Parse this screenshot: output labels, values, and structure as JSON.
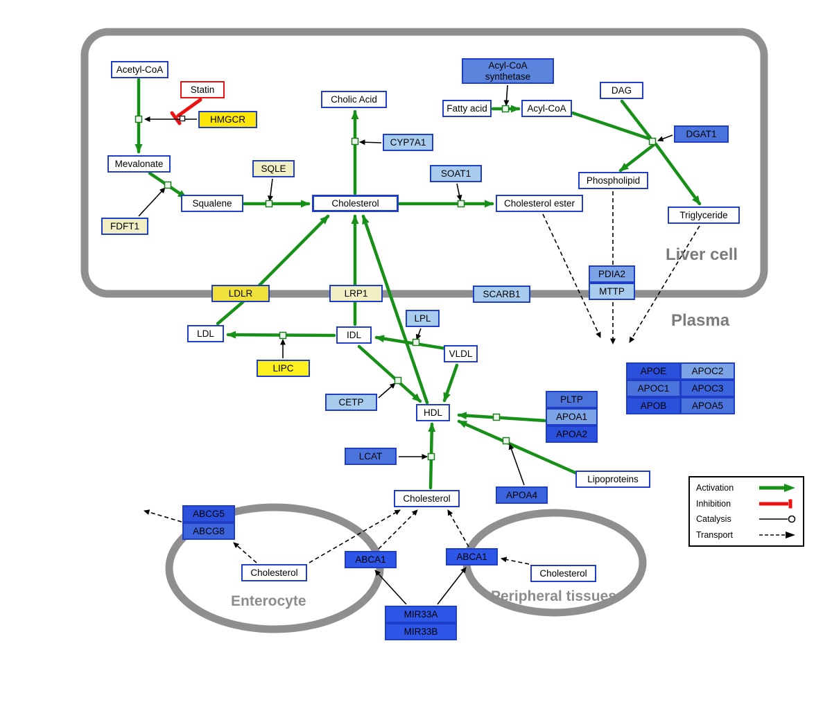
{
  "compartments": {
    "liver": "Liver cell",
    "plasma": "Plasma",
    "enterocyte": "Enterocyte",
    "peripheral": "Peripheral tissues"
  },
  "nodes": {
    "acetyl_coa": "Acetyl-CoA",
    "statin": "Statin",
    "hmgcr": "HMGCR",
    "mevalonate": "Mevalonate",
    "fdft1": "FDFT1",
    "squalene": "Squalene",
    "sqle": "SQLE",
    "cholesterol_liver": "Cholesterol",
    "cyp7a1": "CYP7A1",
    "cholic_acid": "Cholic Acid",
    "soat1": "SOAT1",
    "cholesterol_ester": "Cholesterol ester",
    "acyl_coa_synthetase": "Acyl-CoA synthetase",
    "fatty_acid": "Fatty acid",
    "acyl_coa2": "Acyl-CoA",
    "dag": "DAG",
    "dgat1": "DGAT1",
    "phospholipid": "Phospholipid",
    "triglyceride": "Triglyceride",
    "pdia2": "PDIA2",
    "mttp": "MTTP",
    "scarb1": "SCARB1",
    "ldlr": "LDLR",
    "lrp1": "LRP1",
    "ldl": "LDL",
    "idl": "IDL",
    "lpl": "LPL",
    "vldl": "VLDL",
    "lipc": "LIPC",
    "cetp": "CETP",
    "hdl": "HDL",
    "lcat": "LCAT",
    "pltp": "PLTP",
    "apoa1": "APOA1",
    "apoa2": "APOA2",
    "apoe": "APOE",
    "apoc2": "APOC2",
    "apoc1": "APOC1",
    "apoc3": "APOC3",
    "apob": "APOB",
    "apoa5": "APOA5",
    "apoa4": "APOA4",
    "lipoproteins": "Lipoproteins",
    "cholesterol_plasma": "Cholesterol",
    "abcg5": "ABCG5",
    "abcg8": "ABCG8",
    "cholesterol_enterocyte": "Cholesterol",
    "abca1_enterocyte": "ABCA1",
    "abca1_peripheral": "ABCA1",
    "cholesterol_peripheral": "Cholesterol",
    "mir33a": "MIR33A",
    "mir33b": "MIR33B"
  },
  "legend": {
    "activation": "Activation",
    "inhibition": "Inhibition",
    "catalysis": "Catalysis",
    "transport": "Transport"
  },
  "colors": {
    "activation_green": "#169016",
    "inhibition_red": "#EE1111",
    "node_border_blue": "#1E3EC8",
    "membrane_gray": "#8F8F8F",
    "enzyme_yellow": "#FFE60A",
    "enzyme_pale_yellow": "#F2EFC5",
    "protein_light_blue": "#A8CCEE",
    "protein_medium_blue": "#4A74DC",
    "protein_dark_blue": "#2B50DC",
    "protein_bright_blue": "#2E57E8"
  }
}
